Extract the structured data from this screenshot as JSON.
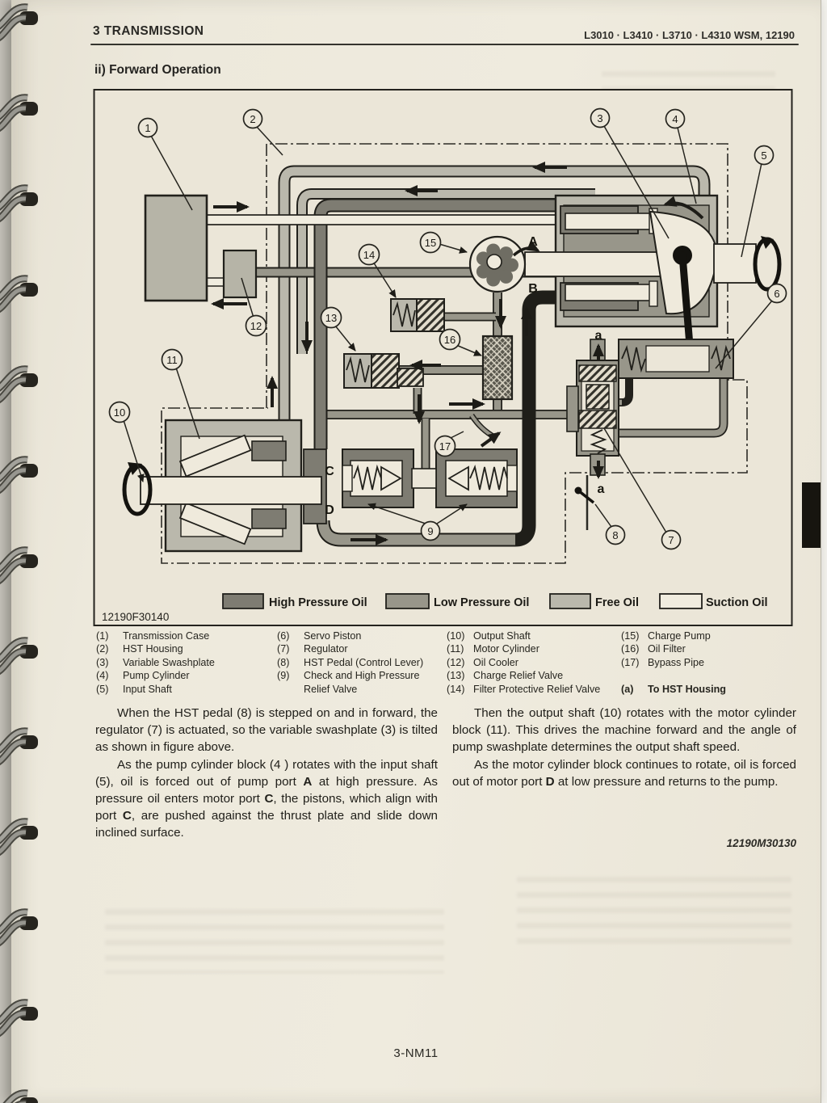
{
  "page": {
    "header_left": "3 TRANSMISSION",
    "header_right": "L3010 · L3410 · L3710 · L4310 WSM, 12190",
    "section_title": "ii) Forward Operation",
    "figure_code": "12190F30140",
    "text_code": "12190M30130",
    "page_number": "3-NM11"
  },
  "colors": {
    "high_pressure": "#7e7c72",
    "low_pressure": "#98968a",
    "free_oil": "#bab8ac",
    "suction_oil": "#f0ecdf"
  },
  "legend": {
    "items": [
      {
        "label": "High Pressure Oil"
      },
      {
        "label": "Low Pressure Oil"
      },
      {
        "label": "Free Oil"
      },
      {
        "label": "Suction Oil"
      }
    ]
  },
  "diagram": {
    "callouts": [
      "1",
      "2",
      "3",
      "4",
      "5",
      "6",
      "7",
      "8",
      "9",
      "10",
      "11",
      "12",
      "13",
      "14",
      "15",
      "16",
      "17"
    ],
    "ports": {
      "A": "A",
      "B": "B",
      "C": "C",
      "D": "D"
    },
    "marks": {
      "a_top": "a",
      "a_bottom": "a"
    }
  },
  "parts": {
    "c1": [
      {
        "n": "(1)",
        "t": "Transmission Case"
      },
      {
        "n": "(2)",
        "t": "HST Housing"
      },
      {
        "n": "(3)",
        "t": "Variable Swashplate"
      },
      {
        "n": "(4)",
        "t": "Pump Cylinder"
      },
      {
        "n": "(5)",
        "t": "Input Shaft"
      }
    ],
    "c2": [
      {
        "n": "(6)",
        "t": "Servo Piston"
      },
      {
        "n": "(7)",
        "t": "Regulator"
      },
      {
        "n": "(8)",
        "t": "HST Pedal (Control Lever)"
      },
      {
        "n": "(9)",
        "t": "Check and High Pressure"
      },
      {
        "n": "",
        "t": "Relief Valve"
      }
    ],
    "c3": [
      {
        "n": "(10)",
        "t": "Output Shaft"
      },
      {
        "n": "(11)",
        "t": "Motor Cylinder"
      },
      {
        "n": "(12)",
        "t": "Oil Cooler"
      },
      {
        "n": "(13)",
        "t": "Charge Relief Valve"
      },
      {
        "n": "(14)",
        "t": "Filter Protective Relief Valve"
      }
    ],
    "c4": [
      {
        "n": "(15)",
        "t": "Charge Pump"
      },
      {
        "n": "(16)",
        "t": "Oil Filter"
      },
      {
        "n": "(17)",
        "t": "Bypass Pipe"
      },
      {
        "n": "",
        "t": ""
      },
      {
        "n": "(a)",
        "t": "To HST Housing"
      }
    ]
  },
  "body": {
    "left_p1": [
      {
        "t": "When the HST pedal (8) is stepped on and in forward, the regulator (7) is actuated, so the variable swashplate (3) is tilted as shown in figure above."
      }
    ],
    "left_p2": [
      {
        "t": "As the pump cylinder block (4 ) rotates with the input shaft (5), oil is forced out of pump port "
      },
      {
        "t": "A",
        "b": 1
      },
      {
        "t": " at high pressure. As pressure oil enters motor port "
      },
      {
        "t": "C",
        "b": 1
      },
      {
        "t": ", the pistons, which align with port "
      },
      {
        "t": "C",
        "b": 1
      },
      {
        "t": ", are pushed against the thrust plate and slide down inclined surface."
      }
    ],
    "right_p1": [
      {
        "t": "Then the output shaft (10) rotates with the motor cylinder block (11). This drives the machine forward and the angle of pump swashplate determines the output shaft speed."
      }
    ],
    "right_p2": [
      {
        "t": "As the motor cylinder block continues to rotate, oil is forced out of motor port "
      },
      {
        "t": "D",
        "b": 1
      },
      {
        "t": " at low pressure and returns to the pump."
      }
    ]
  }
}
